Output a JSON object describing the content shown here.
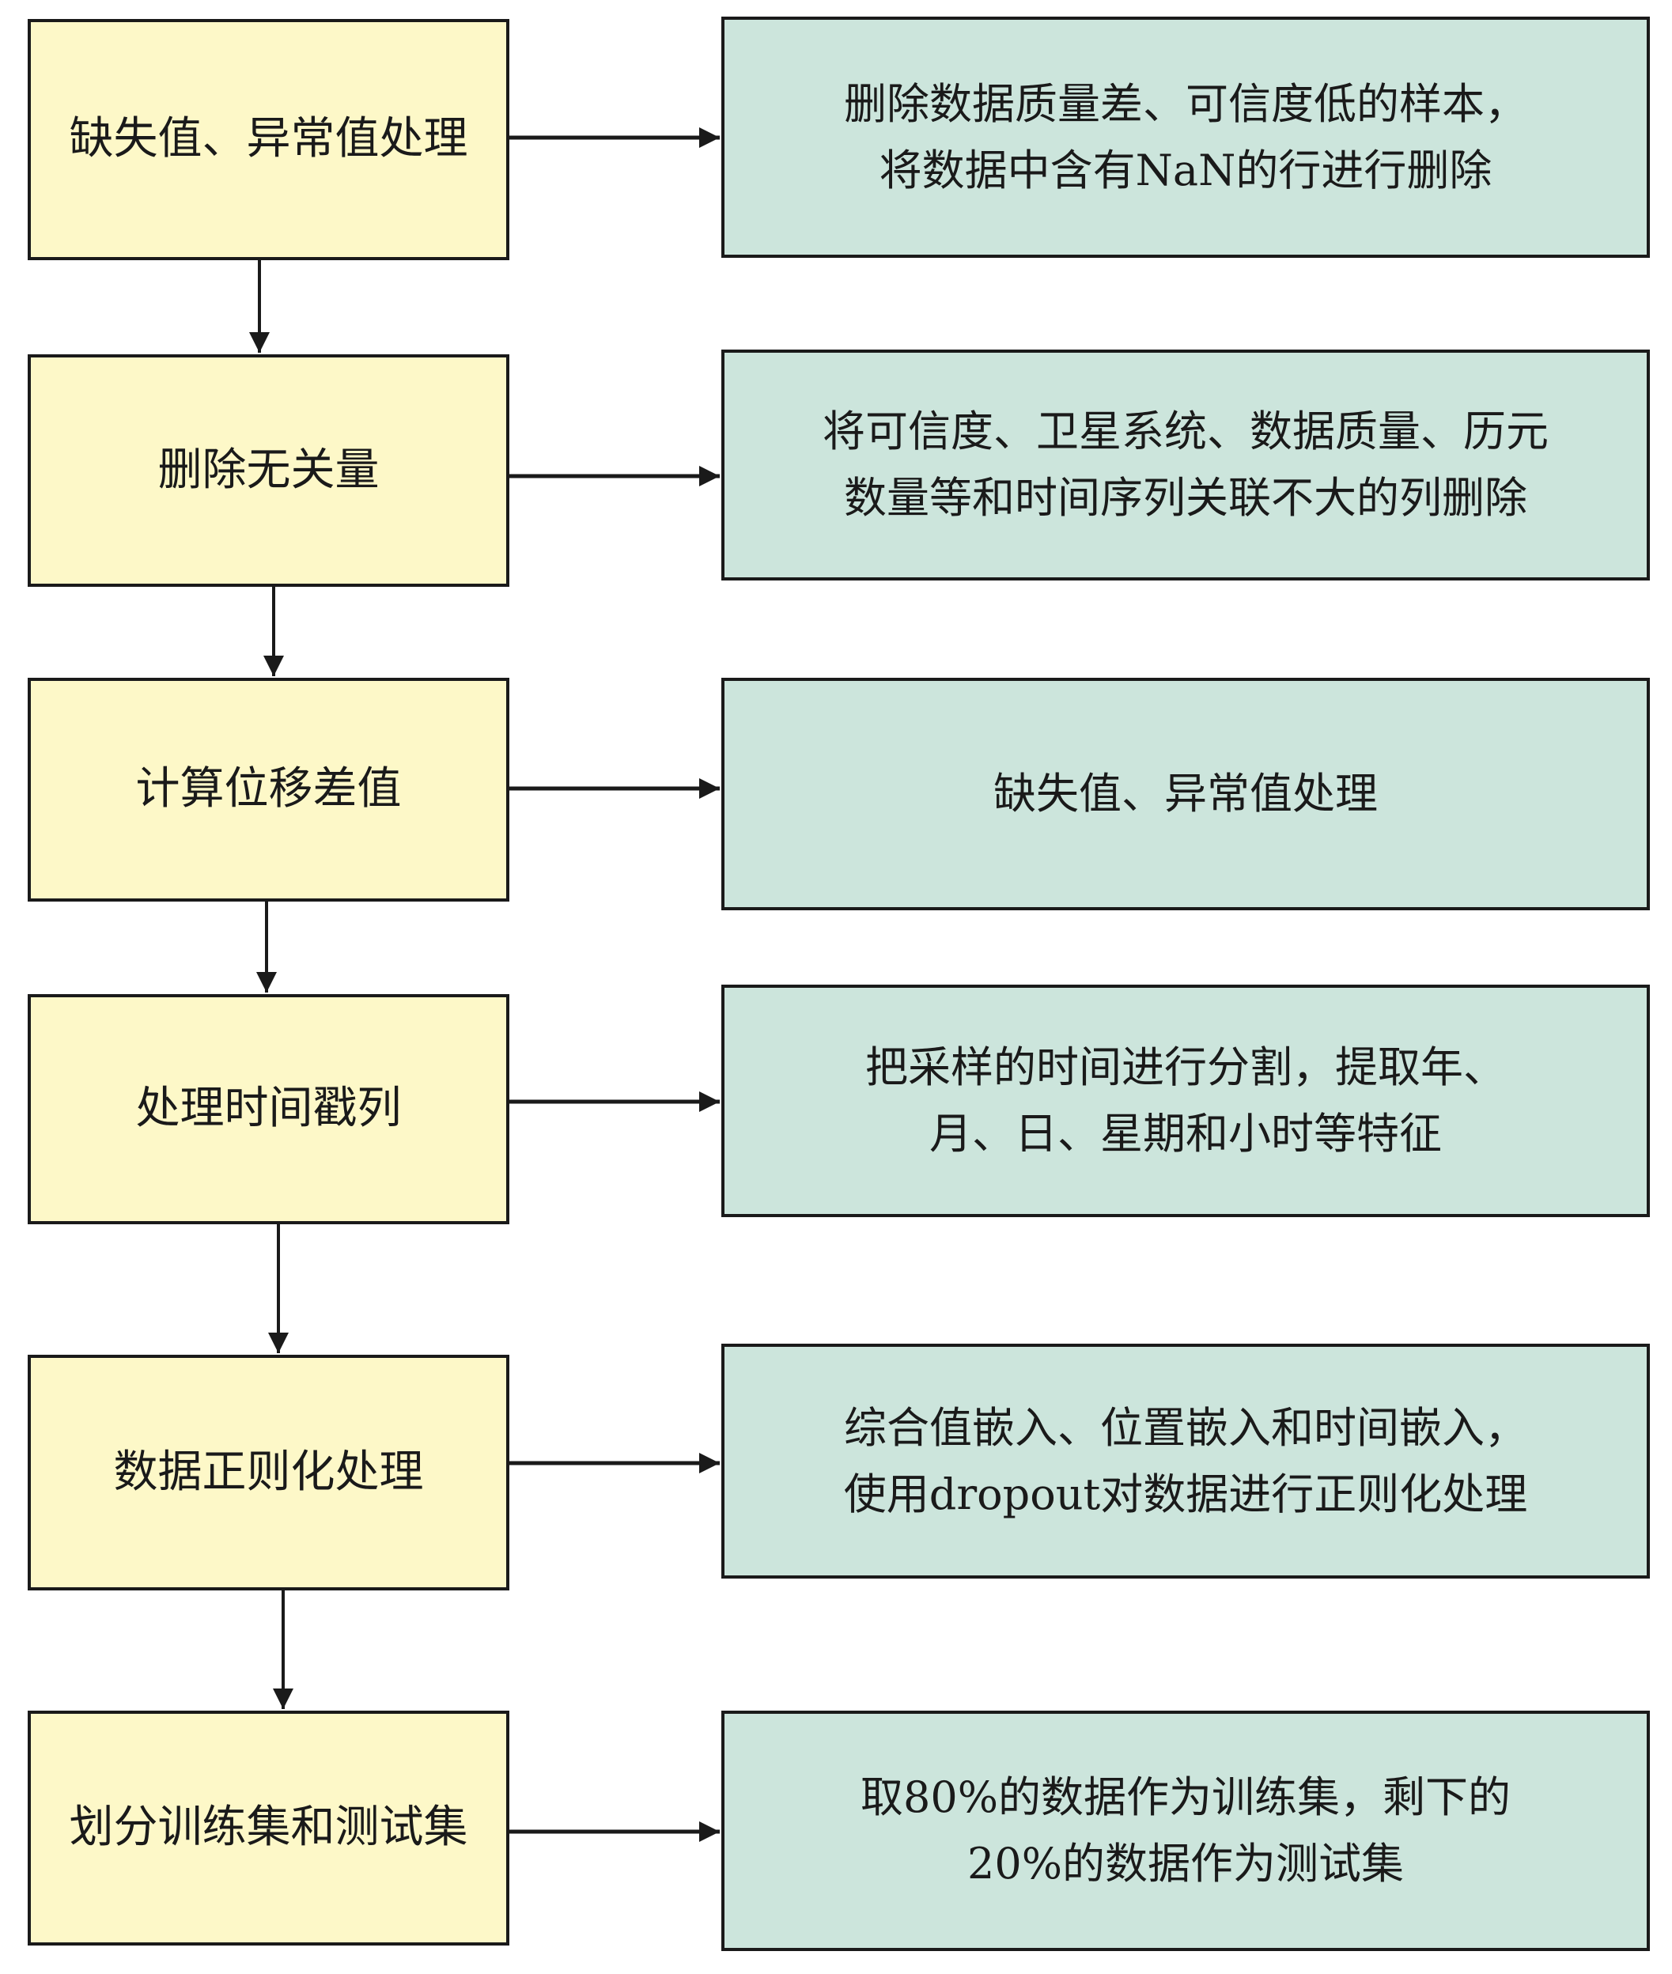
{
  "diagram": {
    "type": "flowchart",
    "colors": {
      "step_fill": "#fdf8c8",
      "desc_fill": "#cce5dc",
      "stroke": "#1a1a1a"
    },
    "steps": [
      {
        "label": "缺失值、异常值处理",
        "description": "删除数据质量差、可信度低的样本，\n将数据中含有NaN的行进行删除"
      },
      {
        "label": "删除无关量",
        "description": "将可信度、卫星系统、数据质量、历元\n数量等和时间序列关联不大的列删除"
      },
      {
        "label": "计算位移差值",
        "description": "缺失值、异常值处理"
      },
      {
        "label": "处理时间戳列",
        "description": "把采样的时间进行分割，提取年、\n月、日、星期和小时等特征"
      },
      {
        "label": "数据正则化处理",
        "description": "综合值嵌入、位置嵌入和时间嵌入，\n使用dropout对数据进行正则化处理"
      },
      {
        "label": "划分训练集和测试集",
        "description": "取80%的数据作为训练集，剩下的\n20%的数据作为测试集"
      }
    ]
  }
}
